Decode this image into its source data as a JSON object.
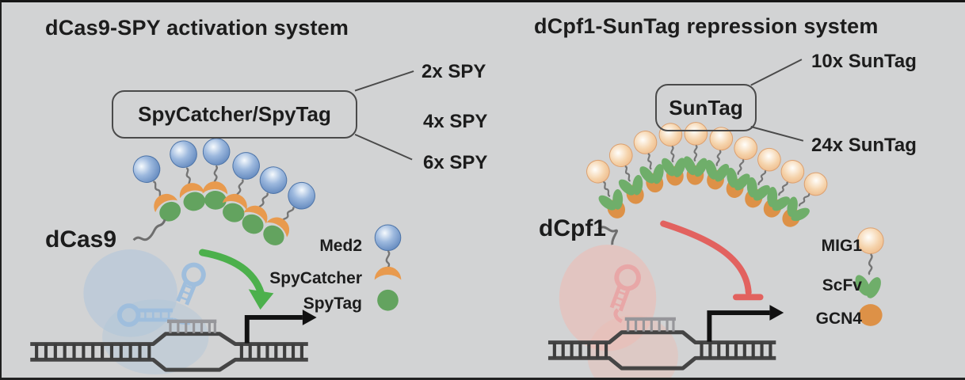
{
  "figure": {
    "left_panel": {
      "title": "dCas9-SPY activation system",
      "box_label": "SpyCatcher/SpyTag",
      "variants": [
        "2x SPY",
        "4x SPY",
        "6x SPY"
      ],
      "protein_label": "dCas9",
      "legend": [
        {
          "label": "Med2",
          "icon": "med2-sphere-icon",
          "color": "#7d9fcd"
        },
        {
          "label": "SpyCatcher",
          "icon": "spycatcher-crescent-icon",
          "color": "#e89a4e"
        },
        {
          "label": "SpyTag",
          "icon": "spytag-circle-icon",
          "color": "#63a35f"
        }
      ]
    },
    "right_panel": {
      "title": "dCpf1-SunTag repression system",
      "box_label": "SunTag",
      "variants": [
        "10x SunTag",
        "24x SunTag"
      ],
      "protein_label": "dCpf1",
      "legend": [
        {
          "label": "MIG1",
          "icon": "mig1-sphere-icon",
          "color": "#f2cda6"
        },
        {
          "label": "ScFv",
          "icon": "scfv-leaves-icon",
          "color": "#6fae6a"
        },
        {
          "label": "GCN4",
          "icon": "gcn4-oval-icon",
          "color": "#dd9147"
        }
      ]
    },
    "colors": {
      "background": "#d2d3d4",
      "activation_arrow": "#4cb04c",
      "repression_bar": "#e2625f",
      "dna": "#474747",
      "sgrna": "#9fbedd",
      "crrna": "#e8a7a7",
      "text": "#1c1c1c"
    }
  }
}
